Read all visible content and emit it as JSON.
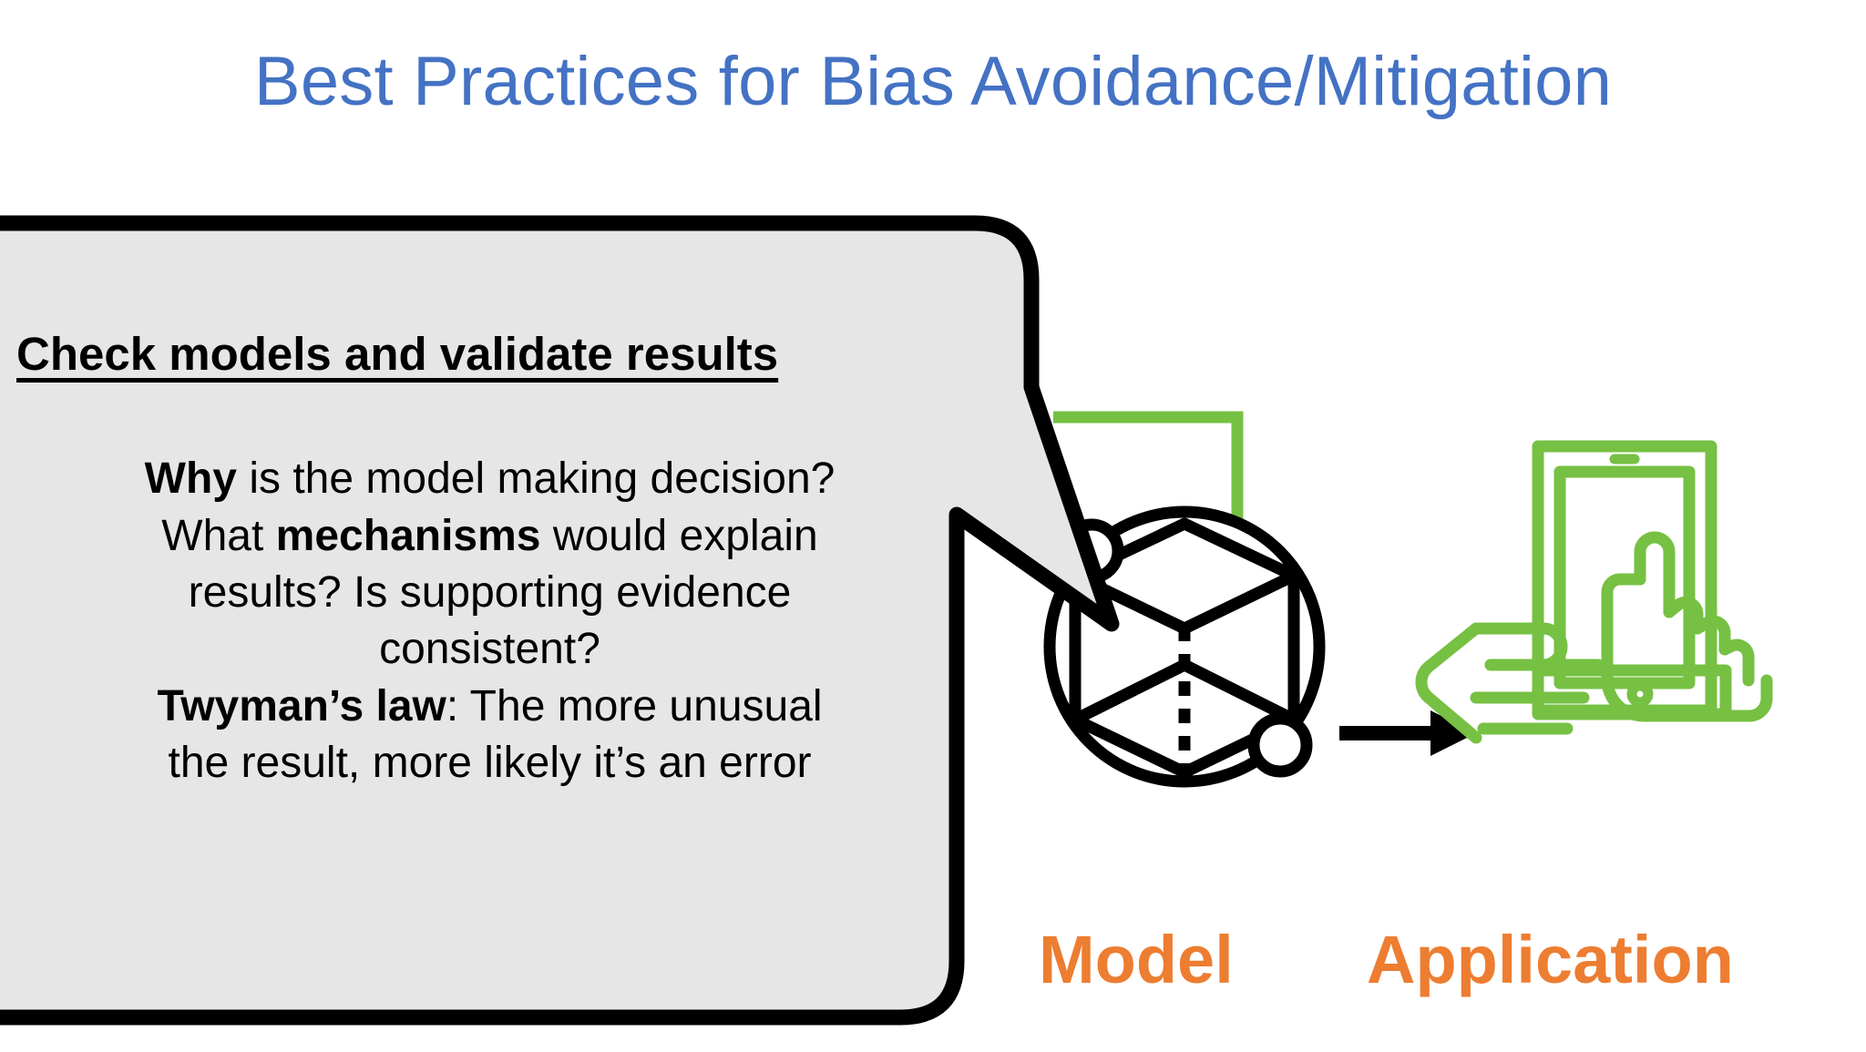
{
  "slide": {
    "title": "Best Practices for Bias Avoidance/Mitigation",
    "title_color": "#4472C4",
    "background": "#FFFFFF"
  },
  "callout": {
    "heading": "Check models and validate results",
    "fill_color": "#E7E6E6",
    "border_color": "#000000",
    "body_lines": [
      {
        "segments": [
          {
            "text": "Why",
            "bold": true
          },
          {
            "text": " is the model making decision?",
            "bold": false
          }
        ]
      },
      {
        "segments": [
          {
            "text": "What ",
            "bold": false
          },
          {
            "text": "mechanisms",
            "bold": true
          },
          {
            "text": " would explain",
            "bold": false
          }
        ]
      },
      {
        "segments": [
          {
            "text": "results? Is supporting evidence",
            "bold": false
          }
        ]
      },
      {
        "segments": [
          {
            "text": "consistent?",
            "bold": false
          }
        ]
      },
      {
        "segments": [
          {
            "text": "Twyman’s law",
            "bold": true
          },
          {
            "text": ": The more unusual",
            "bold": false
          }
        ]
      },
      {
        "segments": [
          {
            "text": "the result, more likely it’s an error",
            "bold": false
          }
        ]
      }
    ]
  },
  "diagram": {
    "model_icon": "cube-in-circle-icon",
    "application_icon": "hand-tapping-tablet-icon",
    "arrow_icon": "right-arrow-icon",
    "connector_icon": "green-elbow-connector",
    "green_color": "#70AD47",
    "accent_green": "#76C043",
    "black_color": "#000000",
    "captions": {
      "model": "Model",
      "application": "Application",
      "color": "#ED7D31"
    }
  }
}
